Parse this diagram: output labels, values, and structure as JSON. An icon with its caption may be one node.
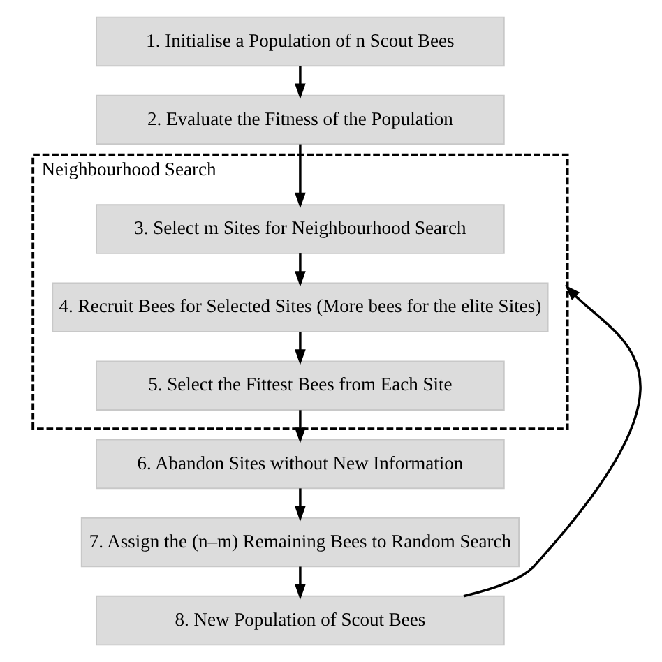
{
  "diagram": {
    "nodes": [
      {
        "text": [
          "1. Initialise a Population of n Scout Bees"
        ]
      },
      {
        "text": [
          "2. Evaluate the Fitness of the Population"
        ]
      },
      {
        "text": [
          "Neighbourhood Search"
        ]
      },
      {
        "text": [
          "3. Select m Sites for Neighbourhood Search"
        ],
        "in": 2
      },
      {
        "text": [
          "4. Recruit Bees for Selected Sites (More bees for the elite Sites)"
        ],
        "in": 2
      },
      {
        "text": [
          "5. Select the Fittest Bees from Each Site"
        ],
        "in": 2
      },
      {
        "text": [
          "6. Abandon Sites without New Information"
        ]
      },
      {
        "text": [
          "7. Assign the (n–m) Remaining Bees to Random Search"
        ]
      },
      {
        "text": [
          "8. New Population of Scout Bees"
        ]
      }
    ],
    "edges": [
      {
        "from": 0,
        "to": 1,
        "arrow": "to"
      },
      {
        "from": 1,
        "to": 3,
        "arrow": "to"
      },
      {
        "from": 3,
        "to": 4,
        "arrow": "to"
      },
      {
        "from": 4,
        "to": 5,
        "arrow": "to"
      },
      {
        "from": 5,
        "to": 6,
        "arrow": "to"
      },
      {
        "from": 6,
        "to": 7,
        "arrow": "to"
      },
      {
        "from": 7,
        "to": 8,
        "arrow": "to"
      },
      {
        "from": 8,
        "to": 2,
        "arrow": "to"
      }
    ]
  }
}
